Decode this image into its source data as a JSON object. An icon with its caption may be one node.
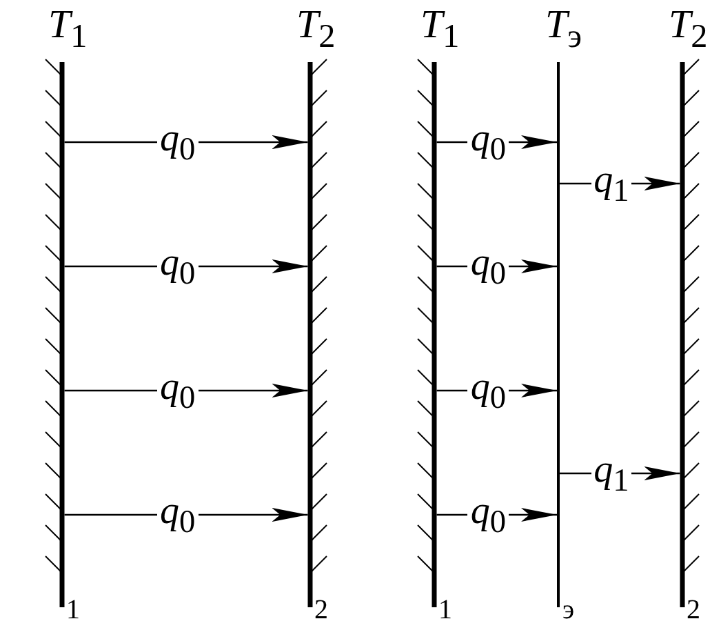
{
  "diagram": {
    "nodes": [
      {
        "text": [
          "*T*$_{1}$",
          "1"
        ]
      },
      {
        "text": [
          "*T*$_{2}$",
          "2"
        ]
      },
      {
        "text": [
          "*T*$_{1}$",
          "1"
        ]
      },
      {
        "text": [
          "*T*$_{э}$",
          "э"
        ]
      },
      {
        "text": [
          "*T*$_{2}$",
          "2"
        ]
      }
    ],
    "edges": [
      {
        "from": 0,
        "to": 1,
        "arrow": "to",
        "label": "*q*$_{0}$"
      },
      {
        "from": 0,
        "to": 1,
        "arrow": "to",
        "label": "*q*$_{0}$"
      },
      {
        "from": 0,
        "to": 1,
        "arrow": "to",
        "label": "*q*$_{0}$"
      },
      {
        "from": 0,
        "to": 1,
        "arrow": "to",
        "label": "*q*$_{0}$"
      },
      {
        "from": 2,
        "to": 3,
        "arrow": "to",
        "label": "*q*$_{0}$"
      },
      {
        "from": 3,
        "to": 4,
        "arrow": "to",
        "label": "*q*$_{1}$"
      },
      {
        "from": 2,
        "to": 3,
        "arrow": "to",
        "label": "*q*$_{0}$"
      },
      {
        "from": 2,
        "to": 3,
        "arrow": "to",
        "label": "*q*$_{0}$"
      },
      {
        "from": 2,
        "to": 3,
        "arrow": "to",
        "label": "*q*$_{0}$"
      },
      {
        "from": 3,
        "to": 4,
        "arrow": "to",
        "label": "*q*$_{1}$"
      }
    ]
  }
}
